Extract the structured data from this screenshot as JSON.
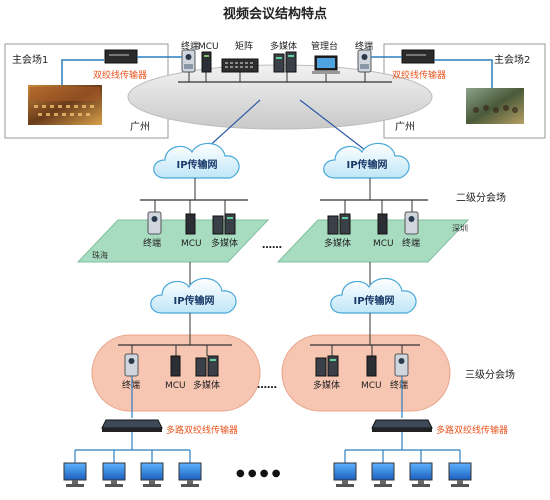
{
  "title": "视频会议结构特点",
  "top": {
    "left_site": "主会场1",
    "right_site": "主会场2",
    "twisted_pair_tx": "双绞线传输器",
    "city": "广州",
    "devices": {
      "terminal": "终端",
      "mcu": "MCU",
      "matrix": "矩阵",
      "multimedia": "多媒体",
      "console": "管理台"
    }
  },
  "network": {
    "ip_cloud": "IP传输网"
  },
  "level2": {
    "label": "二级分会场",
    "left_city": "珠海",
    "right_city": "深圳",
    "ellipsis": "……"
  },
  "level3": {
    "label": "三级分会场",
    "ellipsis": "……",
    "multi_tx": "多路双绞线传输器",
    "dots": "● ● ● ●"
  },
  "colors": {
    "title": "#222222",
    "accent_text": "#e8541e",
    "cloud": "#dff2fb",
    "cloud_stroke": "#4aa8d8",
    "level2_fill": "#a8dcc0",
    "level3_fill": "#f7c6b2",
    "top_ellipse": "#d9d9d9",
    "link": "#2b5aa6"
  }
}
